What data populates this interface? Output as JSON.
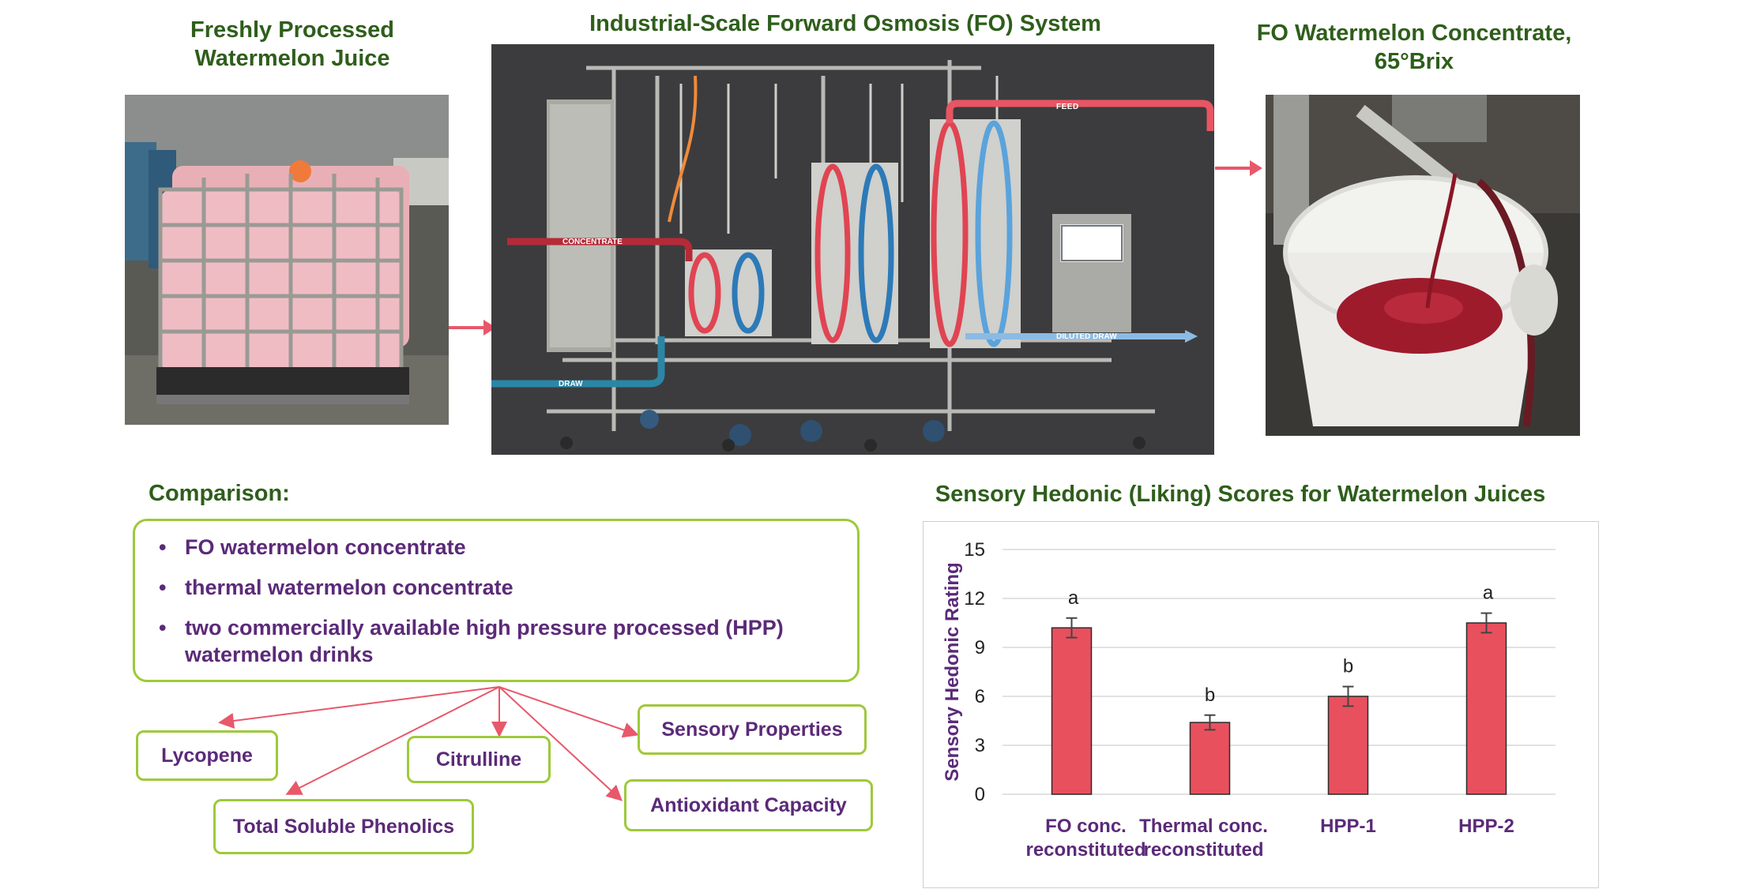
{
  "top": {
    "juice_title": "Freshly Processed\nWatermelon Juice",
    "system_title": "Industrial-Scale  Forward  Osmosis  (FO)  System",
    "concentrate_title": "FO Watermelon  Concentrate,\n65°Brix",
    "system_labels": {
      "feed": "FEED",
      "concentrate": "CONCENTRATE",
      "draw": "DRAW",
      "diluted_draw": "DILUTED DRAW"
    }
  },
  "comparison": {
    "title": "Comparison:",
    "items": [
      "FO watermelon concentrate",
      "thermal watermelon concentrate",
      "two commercially  available high pressure processed (HPP) watermelon drinks"
    ],
    "analyses": {
      "lycopene": "Lycopene",
      "citrulline": "Citrulline",
      "sensory": "Sensory  Properties",
      "phenolics": "Total Soluble Phenolics",
      "antioxidant": "Antioxidant Capacity"
    }
  },
  "chart_title": "Sensory Hedonic (Liking)  Scores for Watermelon  Juices",
  "colors": {
    "title_green": "#2e5e1b",
    "purple": "#5b2a78",
    "box_green": "#9ec93a",
    "arrow_pink": "#e8586a",
    "bar_red": "#e8505e"
  },
  "chart_data": {
    "type": "bar",
    "title": "Sensory Hedonic (Liking)  Scores for Watermelon  Juices",
    "ylabel": "Sensory  Hedonic  Rating",
    "xlabel": "",
    "categories": [
      "FO conc.\nreconstituted",
      "Thermal conc.\nreconstituted",
      "HPP-1",
      "HPP-2"
    ],
    "values": [
      10.2,
      4.4,
      6.0,
      10.5
    ],
    "errors": [
      0.6,
      0.45,
      0.6,
      0.6
    ],
    "significance": [
      "a",
      "b",
      "b",
      "a"
    ],
    "ylim": [
      0,
      15
    ],
    "yticks": [
      "0",
      "3",
      "6",
      "9",
      "12",
      "15"
    ],
    "grid": true
  }
}
